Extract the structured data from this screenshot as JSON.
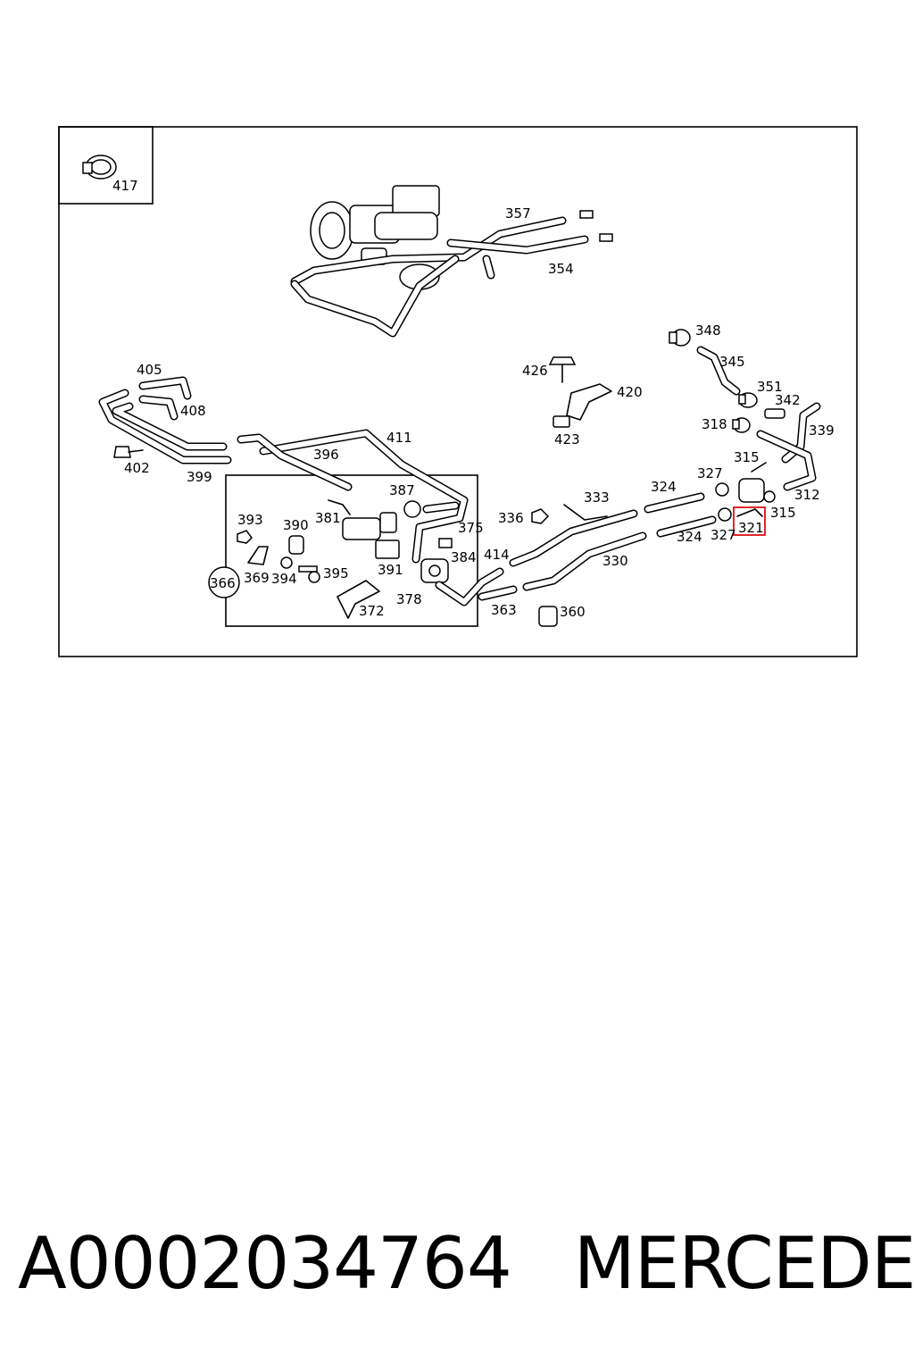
{
  "diagram": {
    "inset_label": "417",
    "callouts": {
      "c357": "357",
      "c354": "354",
      "c348": "348",
      "c345": "345",
      "c351": "351",
      "c342": "342",
      "c318": "318",
      "c339": "339",
      "c426": "426",
      "c420": "420",
      "c423": "423",
      "c405": "405",
      "c408": "408",
      "c402": "402",
      "c399": "399",
      "c411": "411",
      "c396": "396",
      "c387": "387",
      "c381": "381",
      "c393": "393",
      "c390": "390",
      "c375": "375",
      "c384": "384",
      "c366": "366",
      "c369": "369",
      "c394": "394",
      "c395": "395",
      "c391": "391",
      "c378": "378",
      "c372": "372",
      "c336": "336",
      "c333": "333",
      "c324a": "324",
      "c327a": "327",
      "c315a": "315",
      "c312": "312",
      "c315b": "315",
      "c321": "321",
      "c327b": "327",
      "c324b": "324",
      "c414": "414",
      "c330": "330",
      "c363": "363",
      "c360": "360"
    },
    "highlighted_part": "321",
    "highlight_color": "#e0262b"
  },
  "caption": {
    "part_number": "A0002034764",
    "brand": "MERCEDES"
  }
}
